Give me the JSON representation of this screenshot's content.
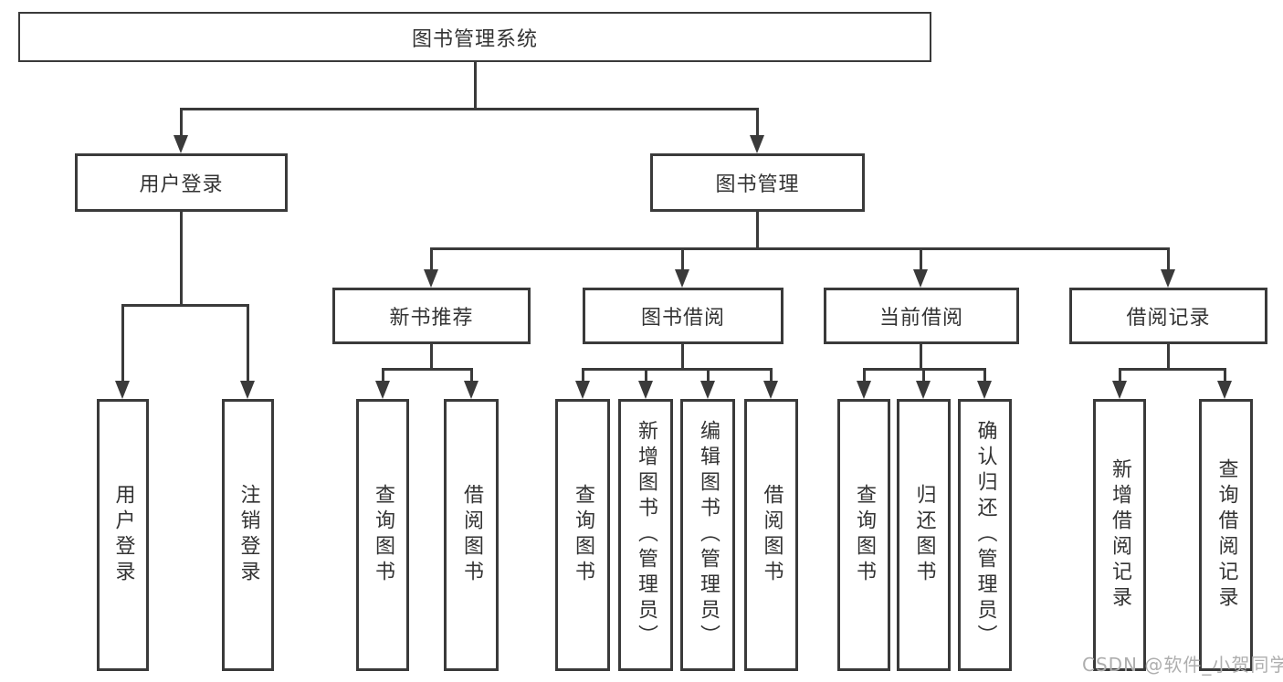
{
  "diagram": {
    "title_node": "图书管理系统",
    "tree": {
      "root": "图书管理系统",
      "branches": [
        {
          "label": "用户登录",
          "children": [
            "用户登录",
            "注销登录"
          ]
        },
        {
          "label": "图书管理",
          "groups": [
            {
              "label": "新书推荐",
              "children": [
                "查询图书",
                "借阅图书"
              ]
            },
            {
              "label": "图书借阅",
              "children": [
                "查询图书",
                "新增图书（管理员）",
                "编辑图书（管理员）",
                "借阅图书"
              ]
            },
            {
              "label": "当前借阅",
              "children": [
                "查询图书",
                "归还图书",
                "确认归还（管理员）"
              ]
            },
            {
              "label": "借阅记录",
              "children": [
                "新增借阅记录",
                "查询借阅记录"
              ]
            }
          ]
        }
      ]
    },
    "colors": {
      "line": "#3a3a3a",
      "text": "#333333",
      "box_background": "#ffffff",
      "page_background": "#ffffff",
      "watermark": "#aeaeae"
    }
  },
  "watermark": {
    "text": "CSDN @软件_小贺同学"
  }
}
